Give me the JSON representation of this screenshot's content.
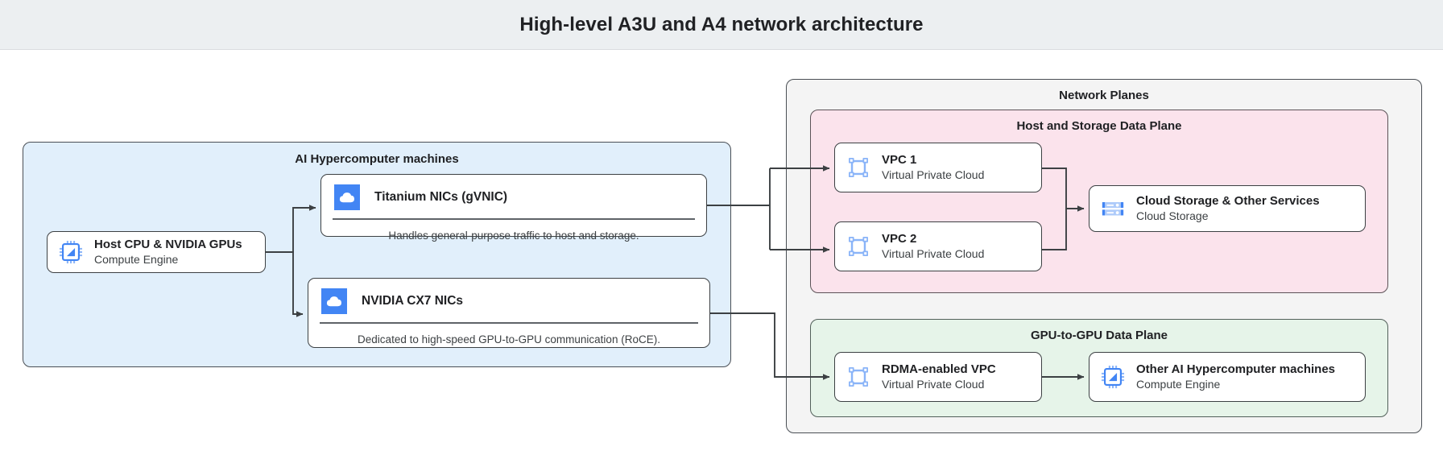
{
  "header": {
    "title": "High-level A3U and A4 network architecture"
  },
  "groups": {
    "ai_machines": {
      "label": "AI Hypercomputer machines"
    },
    "network_planes": {
      "label": "Network Planes"
    },
    "host_storage_plane": {
      "label": "Host and Storage Data Plane"
    },
    "gpu_plane": {
      "label": "GPU-to-GPU Data Plane"
    }
  },
  "cards": {
    "host_cpu": {
      "title": "Host CPU & NVIDIA GPUs",
      "subtitle": "Compute Engine",
      "icon": "cpu-chip-icon"
    },
    "titanium_nics": {
      "title": "Titanium NICs (gVNIC)",
      "description": "Handles general-purpose traffic to host and storage.",
      "icon": "cloud-icon"
    },
    "cx7_nics": {
      "title": "NVIDIA CX7 NICs",
      "description": "Dedicated to high-speed GPU-to-GPU communication (RoCE).",
      "icon": "cloud-icon"
    },
    "vpc1": {
      "title": "VPC 1",
      "subtitle": "Virtual Private Cloud",
      "icon": "vpc-icon"
    },
    "vpc2": {
      "title": "VPC 2",
      "subtitle": "Virtual Private Cloud",
      "icon": "vpc-icon"
    },
    "cloud_storage": {
      "title": "Cloud Storage & Other Services",
      "subtitle": "Cloud Storage",
      "icon": "storage-rack-icon"
    },
    "rdma_vpc": {
      "title": "RDMA-enabled VPC",
      "subtitle": "Virtual Private Cloud",
      "icon": "vpc-icon"
    },
    "other_machines": {
      "title": "Other AI Hypercomputer machines",
      "subtitle": "Compute Engine",
      "icon": "cpu-chip-icon"
    }
  },
  "colors": {
    "header_bg": "#eceff1",
    "ai_group_bg": "#e1effb",
    "planes_group_bg": "#f4f4f4",
    "host_storage_bg": "#fbe3ec",
    "gpu_plane_bg": "#e6f4e9",
    "icon_blue": "#4285f4",
    "icon_blue_light": "#8ab4f8",
    "stroke": "#3c4043"
  }
}
